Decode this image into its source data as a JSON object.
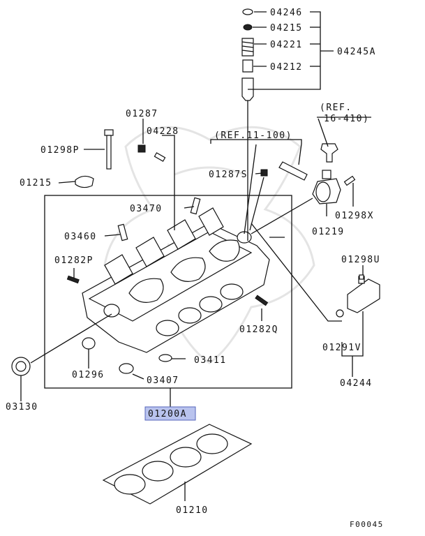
{
  "labels": {
    "p04246": "04246",
    "p04215": "04215",
    "p04221": "04221",
    "p04212": "04212",
    "p04245a": "04245A",
    "ref1": "(REF.",
    "ref1b": "16-410)",
    "ref2": "(REF.11-100)",
    "p01287": "01287",
    "p04228": "04228",
    "p01298p": "01298P",
    "p01215": "01215",
    "p01287s": "01287S",
    "p01298x": "01298X",
    "p01219": "01219",
    "p03470": "03470",
    "p03460": "03460",
    "p01282p": "01282P",
    "p01298u": "01298U",
    "p01282q": "01282Q",
    "p01291v": "01291V",
    "p03411": "03411",
    "p01296": "01296",
    "p03407": "03407",
    "p04244": "04244",
    "p03130": "03130",
    "p01200a": "01200A",
    "p01210": "01210",
    "figure_code": "F00045"
  },
  "colors": {
    "highlight": "#b9c3ee",
    "highlight_border": "#5566bb",
    "ink": "#111111"
  }
}
